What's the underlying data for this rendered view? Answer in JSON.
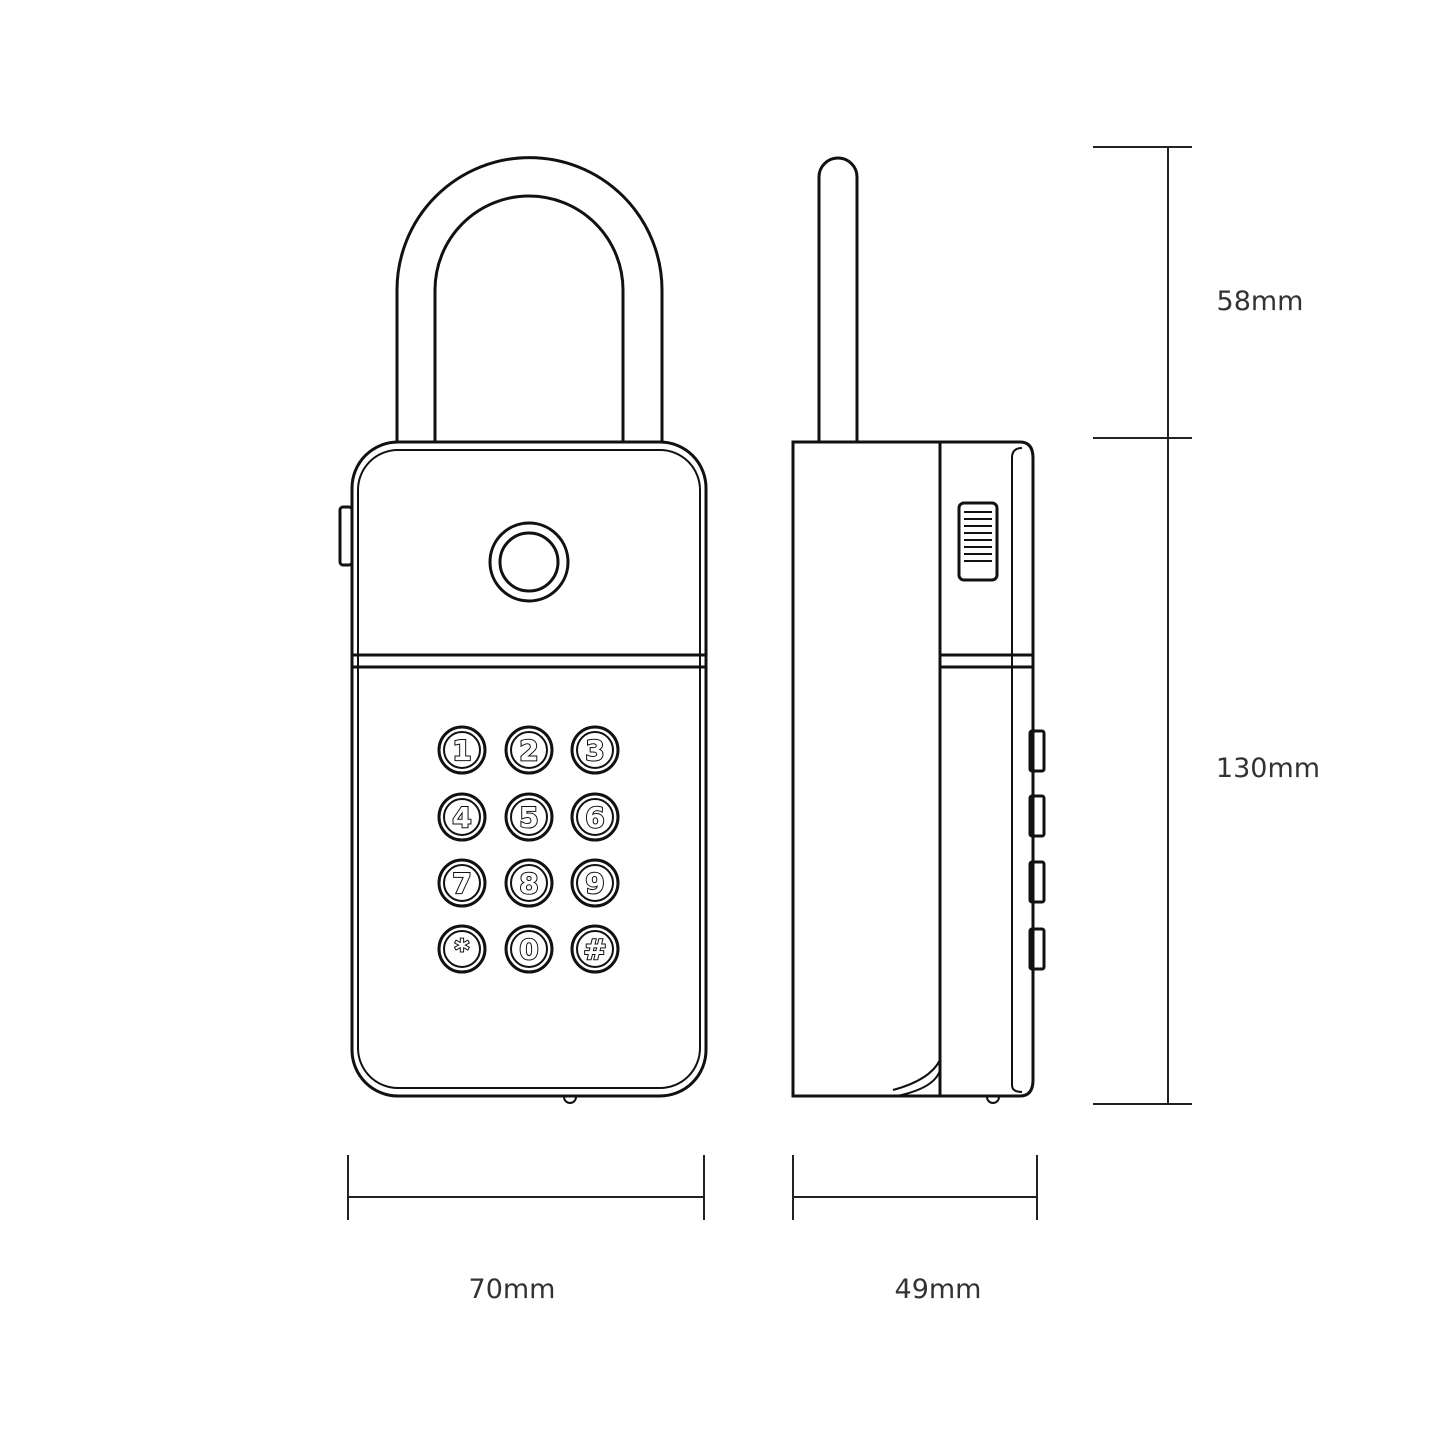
{
  "dimensions": {
    "shackle_height": "58mm",
    "body_height": "130mm",
    "width": "70mm",
    "depth": "49mm"
  },
  "keypad": {
    "keys": [
      "1",
      "2",
      "3",
      "4",
      "5",
      "6",
      "7",
      "8",
      "9",
      "*",
      "0",
      "#"
    ]
  },
  "colors": {
    "line": "#111111",
    "background": "#ffffff"
  }
}
